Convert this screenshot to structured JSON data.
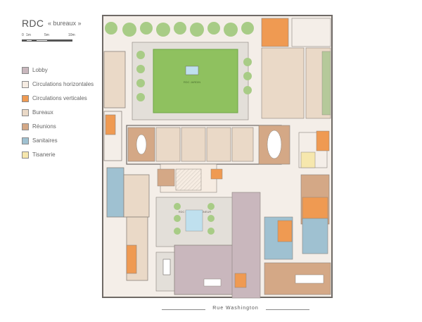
{
  "header": {
    "title": "RDC",
    "subtitle": "« bureaux »"
  },
  "scale_bar": {
    "labels": [
      "0",
      "1m",
      "5m",
      "10m"
    ]
  },
  "legend": {
    "items": [
      {
        "label": "Lobby",
        "color": "#c9b7bd"
      },
      {
        "label": "Circulations horizontales",
        "color": "#f6ece2"
      },
      {
        "label": "Circulations verticales",
        "color": "#ef9a52"
      },
      {
        "label": "Bureaux",
        "color": "#ead9c7"
      },
      {
        "label": "Réunions",
        "color": "#d4a886"
      },
      {
        "label": "Sanitaires",
        "color": "#9fc1d1"
      },
      {
        "label": "Tisanerie",
        "color": "#f6e7ad"
      }
    ]
  },
  "plan": {
    "courtyard_label_1": "RDC\nJARDIN",
    "courtyard_label_2": "RDC\nCOUR D'HONNEUR",
    "street_label": "Rue Washington",
    "colors": {
      "lawn": "#8fc15f",
      "lawn_dark": "#6ea645",
      "tree": "#a8cc86",
      "paving": "#e3dfd9",
      "wall": "#6f6a66"
    }
  }
}
